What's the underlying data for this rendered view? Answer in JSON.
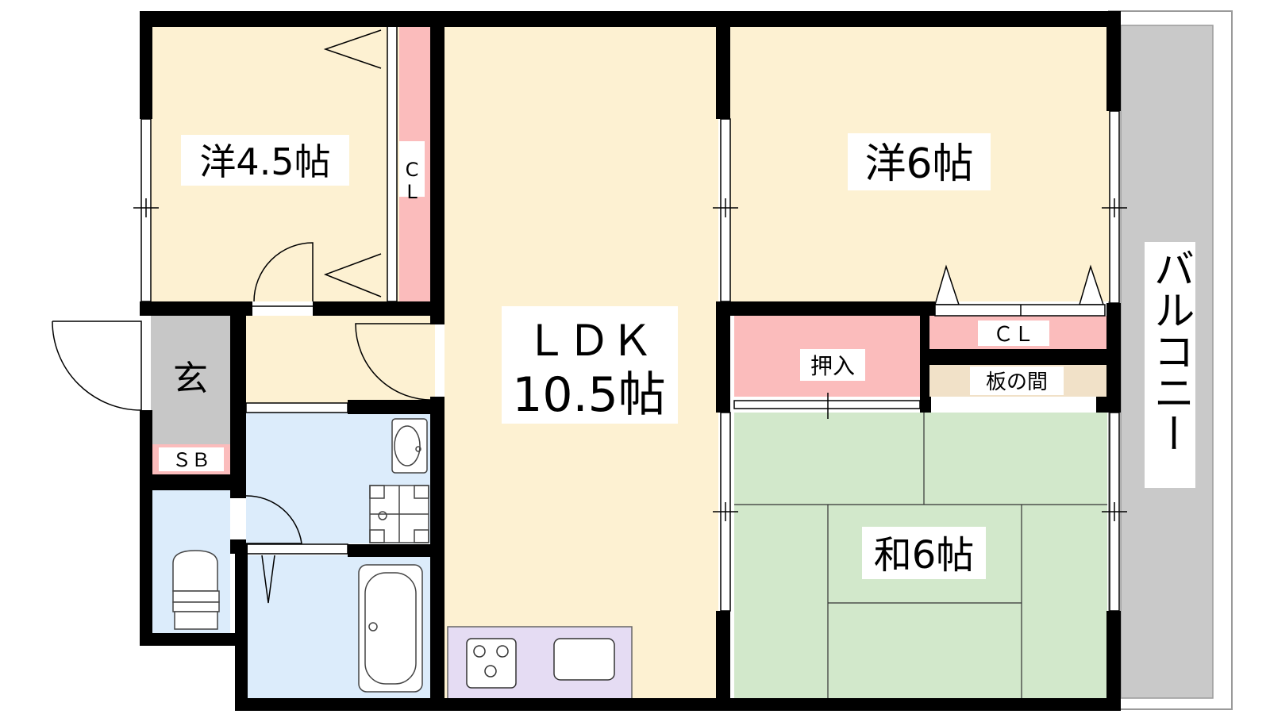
{
  "rooms": {
    "western_small": "洋4.5帖",
    "closet_small": "CL",
    "entrance": "玄",
    "shoe_box": "ＳＢ",
    "ldk_name": "ＬＤＫ",
    "ldk_size": "10.5帖",
    "western_large": "洋6帖",
    "oshiire": "押入",
    "closet_large": "ＣＬ",
    "wood_floor": "板の間",
    "japanese": "和6帖",
    "balcony": "バルコニー"
  },
  "colors": {
    "western_floor": "#fdf1d2",
    "closet": "#fbbcbc",
    "entrance": "#c7c7c7",
    "wet_area": "#dcecfb",
    "tatami": "#d2e8cb",
    "kitchen": "#e5dcf3",
    "balcony": "#c9c9c9",
    "wood_floor": "#f1e1c8",
    "wall": "#000000"
  }
}
